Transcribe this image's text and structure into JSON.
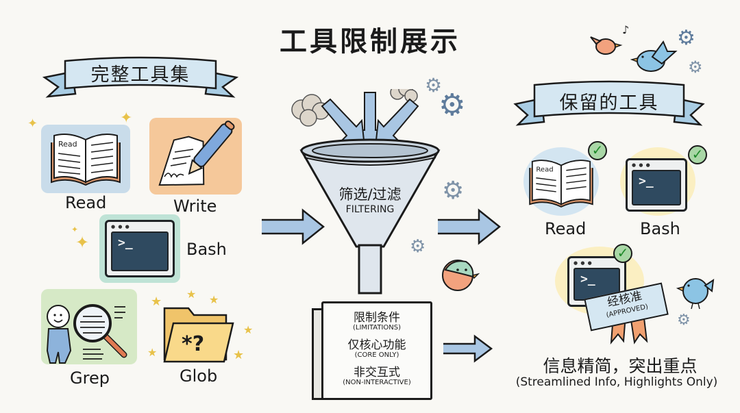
{
  "title": "工具限制展示",
  "left_section": {
    "banner": "完整工具集",
    "tools": [
      {
        "name": "Read",
        "icon": "open-book-icon",
        "icon_text": "Read",
        "tile_color": "#c9dcea"
      },
      {
        "name": "Write",
        "icon": "paper-and-pen-icon",
        "tile_color": "#f5c89a"
      },
      {
        "name": "Bash",
        "icon": "terminal-icon",
        "prompt": ">_",
        "tile_color": "#bfe3d6"
      },
      {
        "name": "Grep",
        "icon": "magnifier-search-icon",
        "tile_color": "#d6e9c6"
      },
      {
        "name": "Glob",
        "icon": "folder-wildcard-icon",
        "icon_text": "*?",
        "tile_color": "#f7d98e"
      }
    ]
  },
  "center": {
    "funnel_zh": "筛选/过滤",
    "funnel_en": "FILTERING",
    "sign": {
      "title_zh": "限制条件",
      "title_en": "(LIMITATIONS)",
      "items": [
        {
          "zh": "仅核心功能",
          "en": "(CORE ONLY)"
        },
        {
          "zh": "非交互式",
          "en": "(NON-INTERACTIVE)"
        }
      ]
    }
  },
  "right_section": {
    "banner": "保留的工具",
    "tools": [
      {
        "name": "Read",
        "icon": "open-book-icon",
        "icon_text": "Read",
        "status": "check-icon"
      },
      {
        "name": "Bash",
        "icon": "terminal-icon",
        "prompt": ">_",
        "status": "check-icon"
      }
    ],
    "approved_badge": {
      "zh": "经核准",
      "en": "(APPROVED)"
    },
    "summary_zh": "信息精简，突出重点",
    "summary_en": "(Streamlined Info, Highlights Only)"
  },
  "colors": {
    "background": "#f9f8f4",
    "banner_fill": "#d5e7f2",
    "arrow_fill": "#a9c6e3",
    "terminal_screen": "#2f4a60",
    "check_green": "#1f8a2a",
    "ribbon_orange": "#f0a070"
  }
}
